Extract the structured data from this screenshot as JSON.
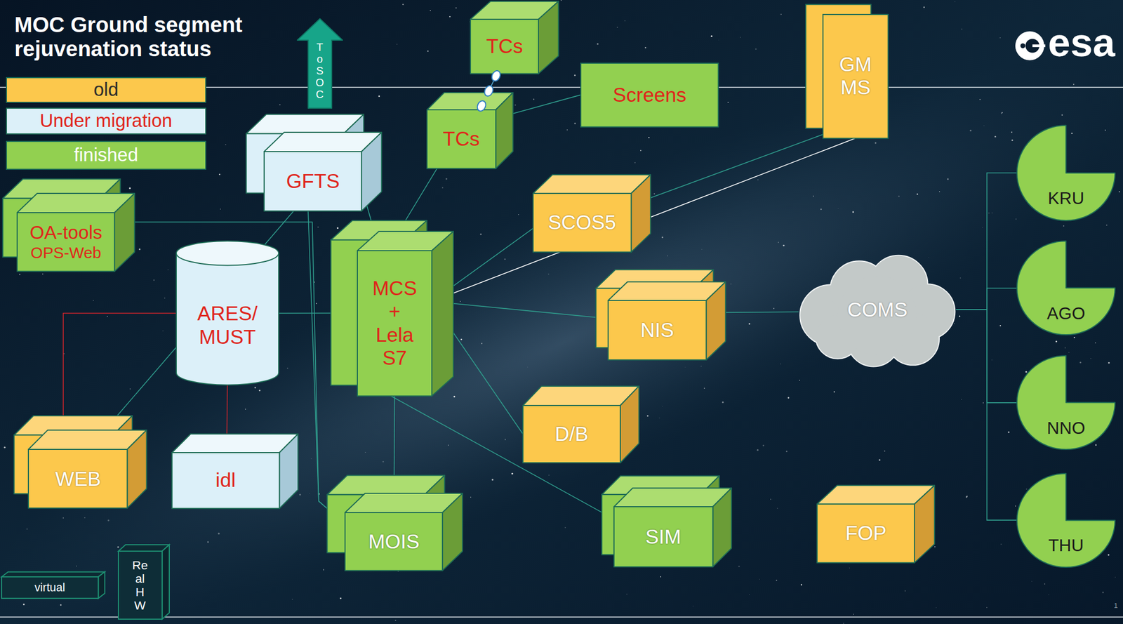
{
  "diagram": {
    "title": "MOC Ground segment rejuvenation status",
    "nodes": [
      {
        "text": [
          "ToSOC"
        ]
      },
      {
        "text": [
          "TCs"
        ]
      },
      {
        "text": [
          "GM MS"
        ]
      },
      {
        "text": [
          "Screens"
        ]
      },
      {
        "text": [
          "TCs"
        ]
      },
      {
        "text": [
          "GFTS"
        ]
      },
      {
        "text": [
          "SCOS5"
        ]
      },
      {
        "text": [
          "KRU"
        ]
      },
      {
        "text": [
          "OA-tools",
          "OPS-Web"
        ]
      },
      {
        "text": [
          "MCS + Lela S7"
        ]
      },
      {
        "text": [
          "ARES/MUST"
        ]
      },
      {
        "text": [
          "AGO"
        ]
      },
      {
        "text": [
          "NIS"
        ]
      },
      {
        "text": [
          "COMS"
        ]
      },
      {
        "text": [
          "D/B"
        ]
      },
      {
        "text": [
          "NNO"
        ]
      },
      {
        "text": [
          "WEB"
        ]
      },
      {
        "text": [
          "idl"
        ]
      },
      {
        "text": [
          "MOIS"
        ]
      },
      {
        "text": [
          "SIM"
        ]
      },
      {
        "text": [
          "FOP"
        ]
      },
      {
        "text": [
          "THU"
        ]
      }
    ],
    "edges": [
      {
        "from": 4,
        "to": 1,
        "arrow": "none"
      },
      {
        "from": 4,
        "to": 3,
        "arrow": "none"
      },
      {
        "from": 4,
        "to": 9,
        "arrow": "none"
      },
      {
        "from": 8,
        "to": 18,
        "arrow": "none"
      },
      {
        "from": 5,
        "to": 18,
        "arrow": "none"
      },
      {
        "from": 5,
        "to": 9,
        "arrow": "none"
      },
      {
        "from": 5,
        "to": 16,
        "arrow": "none"
      },
      {
        "from": 10,
        "to": 9,
        "arrow": "none"
      },
      {
        "from": 10,
        "to": 16,
        "arrow": "none"
      },
      {
        "from": 10,
        "to": 17,
        "arrow": "none"
      },
      {
        "from": 9,
        "to": 6,
        "arrow": "none"
      },
      {
        "from": 9,
        "to": 2,
        "arrow": "none"
      },
      {
        "from": 6,
        "to": 2,
        "arrow": "none"
      },
      {
        "from": 9,
        "to": 12,
        "arrow": "none"
      },
      {
        "from": 9,
        "to": 14,
        "arrow": "none"
      },
      {
        "from": 9,
        "to": 19,
        "arrow": "none"
      },
      {
        "from": 9,
        "to": 18,
        "arrow": "none"
      },
      {
        "from": 12,
        "to": 13,
        "arrow": "none"
      },
      {
        "from": 13,
        "to": 7,
        "arrow": "none"
      },
      {
        "from": 13,
        "to": 11,
        "arrow": "none"
      },
      {
        "from": 13,
        "to": 15,
        "arrow": "none"
      },
      {
        "from": 13,
        "to": 21,
        "arrow": "none"
      }
    ],
    "labels": [
      "esa",
      "1"
    ],
    "legend": [
      {
        "text": "old",
        "color": "#fcc84c"
      },
      {
        "text": "Under migration",
        "color": "#dcf0f9"
      },
      {
        "text": "finished",
        "color": "#92d050"
      },
      {
        "text": "virtual"
      },
      {
        "text": "Real HW"
      }
    ]
  }
}
